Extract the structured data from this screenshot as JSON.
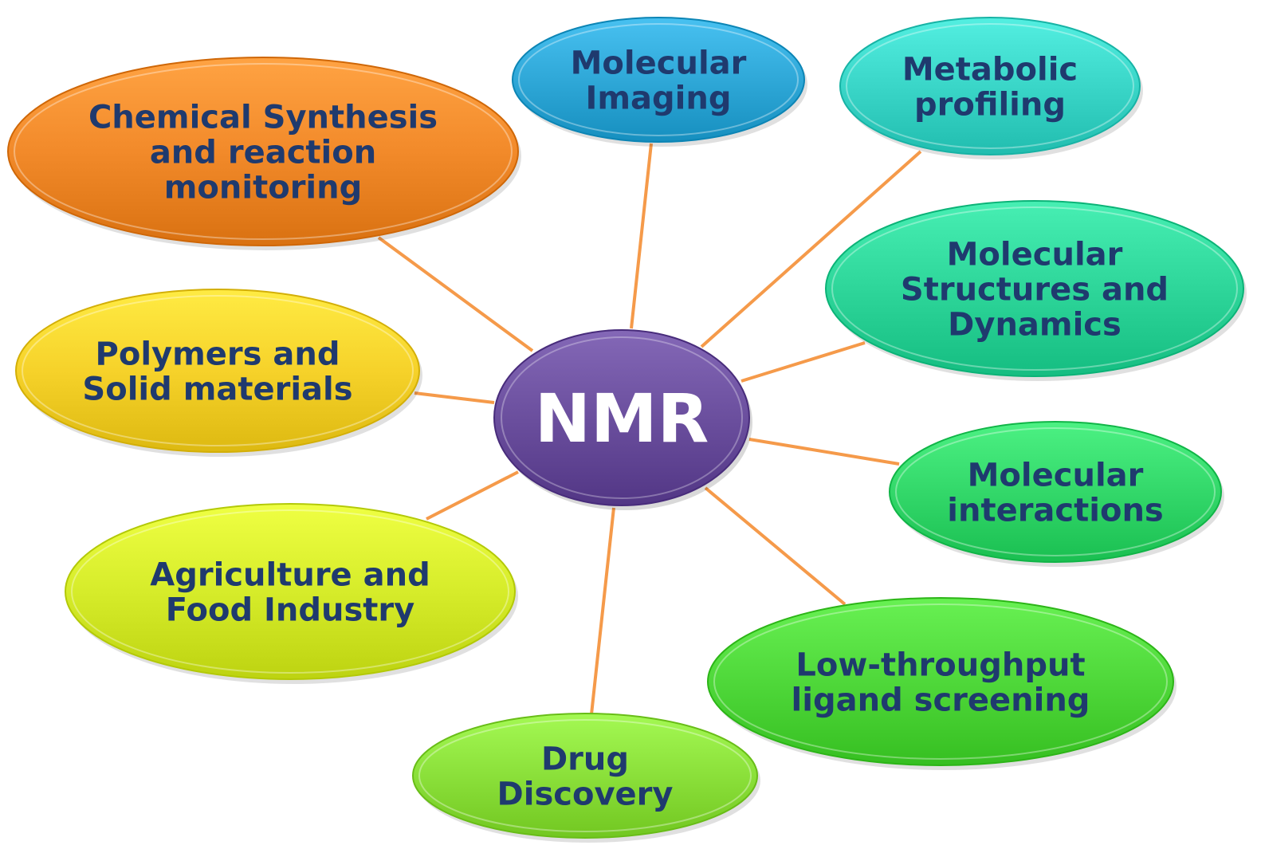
{
  "center": {
    "label": "NMR",
    "color": "#6b4f9e"
  },
  "connector_color": "#f59a4a",
  "text_color": "#1f3a6e",
  "nodes": [
    {
      "id": "chemical-synthesis",
      "lines": [
        "Chemical Synthesis",
        "and reaction",
        "monitoring"
      ],
      "color": "#f28a2a"
    },
    {
      "id": "molecular-imaging",
      "lines": [
        "Molecular",
        "Imaging"
      ],
      "color": "#2fa8d8"
    },
    {
      "id": "metabolic-profiling",
      "lines": [
        "Metabolic",
        "profiling"
      ],
      "color": "#3ad6c8"
    },
    {
      "id": "molecular-structures",
      "lines": [
        "Molecular",
        "Structures and",
        "Dynamics"
      ],
      "color": "#2ed69a"
    },
    {
      "id": "molecular-interactions",
      "lines": [
        "Molecular",
        "interactions"
      ],
      "color": "#33d86a"
    },
    {
      "id": "low-throughput",
      "lines": [
        "Low-throughput",
        "ligand screening"
      ],
      "color": "#4fd83a"
    },
    {
      "id": "drug-discovery",
      "lines": [
        "Drug",
        "Discovery"
      ],
      "color": "#8be03a"
    },
    {
      "id": "agriculture",
      "lines": [
        "Agriculture and",
        "Food Industry"
      ],
      "color": "#d6ec2a"
    },
    {
      "id": "polymers",
      "lines": [
        "Polymers and",
        "Solid materials"
      ],
      "color": "#f6d22a"
    }
  ]
}
